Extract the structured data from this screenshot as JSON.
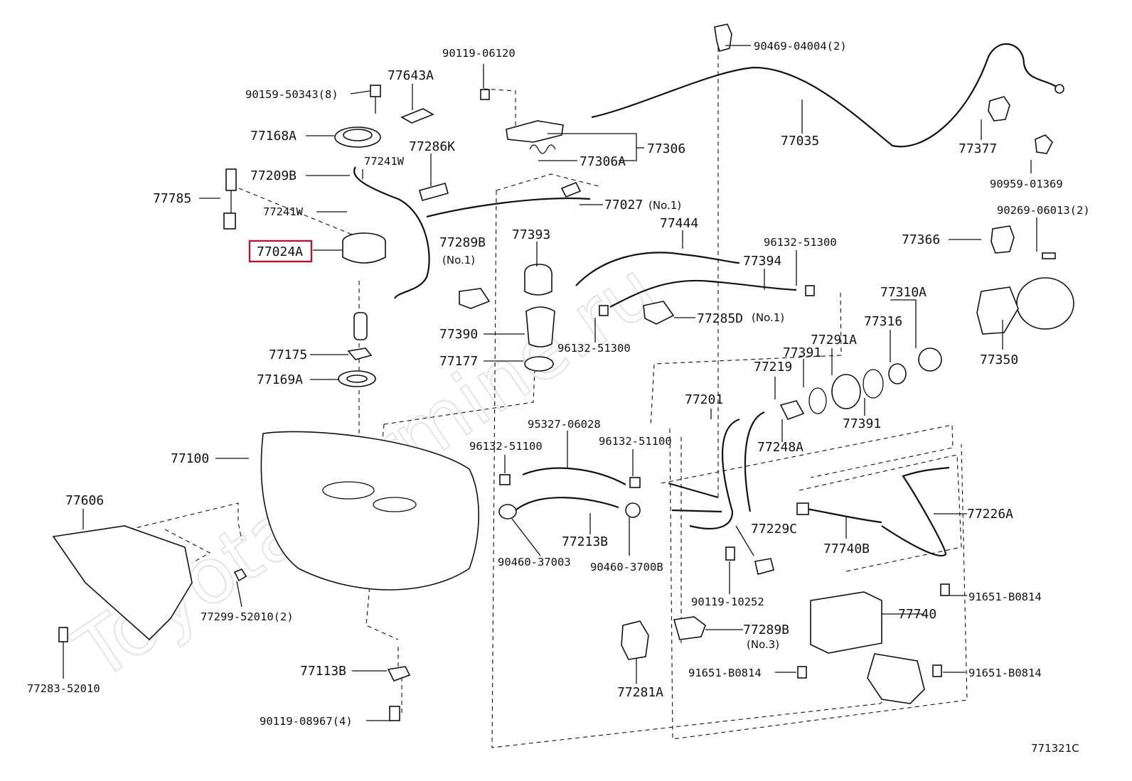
{
  "watermark": "ToyotaCarmine.ru",
  "highlight_color": "#b0163a",
  "diagram_code": "771321C",
  "labels": {
    "p90469_04004": "90469-04004(2)",
    "p90119_06120": "90119-06120",
    "p77643A": "77643A",
    "p90159_50343": "90159-50343(8)",
    "p77168A": "77168A",
    "p77286K": "77286K",
    "p77241W_top": "77241W",
    "p77209B": "77209B",
    "p77785": "77785",
    "p77241W": "77241W",
    "p77024A": "77024A",
    "p77306": "77306",
    "p77306A": "77306A",
    "p77035": "77035",
    "p77377": "77377",
    "p90959_01369": "90959-01369",
    "p77027": "77027",
    "p77027_sub": "(No.1)",
    "p90269_06013": "90269-06013(2)",
    "p77366": "77366",
    "p77444": "77444",
    "p96132_51300_top": "96132-51300",
    "p77289B_top": "77289B",
    "p77289B_top_sub": "(No.1)",
    "p77393": "77393",
    "p77394": "77394",
    "p77285D": "77285D",
    "p77285D_sub": "(No.1)",
    "p77310A": "77310A",
    "p77316": "77316",
    "p77390": "77390",
    "p96132_51300": "96132-51300",
    "p77291A": "77291A",
    "p77391_top": "77391",
    "p77350": "77350",
    "p77175": "77175",
    "p77177": "77177",
    "p77219": "77219",
    "p77169A": "77169A",
    "p77201": "77201",
    "p77391": "77391",
    "p95327_06028": "95327-06028",
    "p77248A": "77248A",
    "p96132_51100_a": "96132-51100",
    "p96132_51100_b": "96132-51100",
    "p77100": "77100",
    "p77606": "77606",
    "p77226A": "77226A",
    "p77229C": "77229C",
    "p77213B": "77213B",
    "p77740B": "77740B",
    "p90460_37003": "90460-37003",
    "p90460_3700B": "90460-3700B",
    "p77299_52010": "77299-52010(2)",
    "p90119_10252": "90119-10252",
    "p91651_B0814_a": "91651-B0814",
    "p77740": "77740",
    "p77289B": "77289B",
    "p77289B_sub": "(No.3)",
    "p77283_52010": "77283-52010",
    "p77113B": "77113B",
    "p91651_B0814_b": "91651-B0814",
    "p91651_B0814_c": "91651-B0814",
    "p77281A": "77281A",
    "p90119_08967": "90119-08967(4)"
  }
}
